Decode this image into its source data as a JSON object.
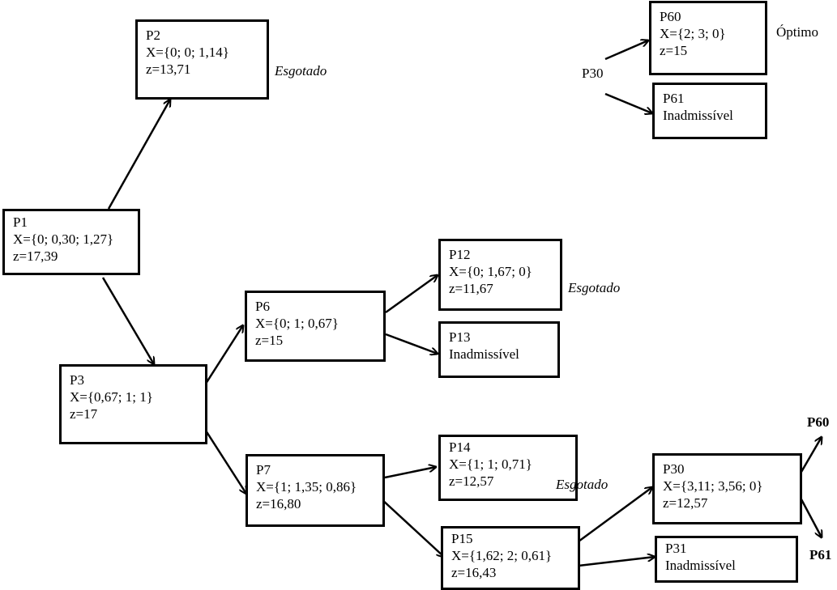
{
  "nodes": {
    "p1": {
      "name": "P1",
      "x": "X={0; 0,30; 1,27}",
      "z": "z=17,39"
    },
    "p2": {
      "name": "P2",
      "x": "X={0; 0; 1,14}",
      "z": "z=13,71",
      "status": "Esgotado"
    },
    "p3": {
      "name": "P3",
      "x": "X={0,67; 1; 1}",
      "z": "z=17"
    },
    "p6": {
      "name": "P6",
      "x": "X={0; 1; 0,67}",
      "z": "z=15"
    },
    "p7": {
      "name": "P7",
      "x": "X={1; 1,35; 0,86}",
      "z": "z=16,80"
    },
    "p12": {
      "name": "P12",
      "x": "X={0; 1,67; 0}",
      "z": "z=11,67",
      "status": "Esgotado"
    },
    "p13": {
      "name": "P13",
      "x": "Inadmissível"
    },
    "p14": {
      "name": "P14",
      "x": "X={1; 1; 0,71}",
      "z": "z=12,57",
      "status": "Esgotado"
    },
    "p15": {
      "name": "P15",
      "x": "X={1,62; 2; 0,61}",
      "z": "z=16,43"
    },
    "p30": {
      "name": "P30",
      "x": "X={3,11; 3,56; 0}",
      "z": "z=12,57"
    },
    "p31": {
      "name": "P31",
      "x": "Inadmissível"
    },
    "p60": {
      "name": "P60",
      "x": "X={2; 3; 0}",
      "z": "z=15",
      "status": "Óptimo"
    },
    "p61": {
      "name": "P61",
      "x": "Inadmissível"
    }
  },
  "refs": {
    "p30_inset": "P30",
    "p60_ref": "P60",
    "p61_ref": "P61"
  }
}
